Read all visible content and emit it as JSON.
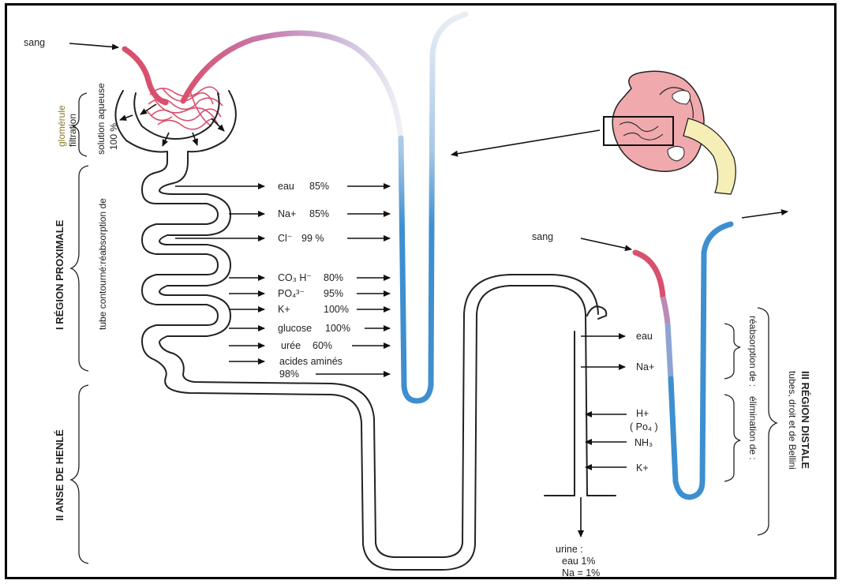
{
  "labels": {
    "sang_top": "sang",
    "sang_right": "sang",
    "glomerule": "glomérule",
    "filtration": "filtration",
    "solution_aqueuse": "solution aqueuse",
    "cent_pct": "100 %",
    "region1": "I RÉGION PROXIMALE",
    "tube_contourne": "tube contourné:réabsorption de",
    "region2": "II ANSE DE HENLÉ",
    "region3": "III RÉGION DISTALE",
    "tubes_droit": "tubes, droit et de Bellini",
    "reabsorption_de": "réabsorption de :",
    "elimination_de": "élimination de :"
  },
  "proximal_items": [
    {
      "name": "eau",
      "pct": "85%"
    },
    {
      "name": "Na+",
      "pct": "85%"
    },
    {
      "name": "Cl⁻",
      "pct": "99 %"
    },
    {
      "name": "CO₃ H⁻",
      "pct": "80%"
    },
    {
      "name": "PO₄³⁻",
      "pct": "95%"
    },
    {
      "name": "K+",
      "pct": "100%"
    },
    {
      "name": "glucose",
      "pct": "100%"
    },
    {
      "name": "urée",
      "pct": "60%"
    },
    {
      "name": "acides aminés",
      "pct": "98%"
    }
  ],
  "distal_reabsorption": [
    "eau",
    "Na+"
  ],
  "distal_elimination": [
    "H+",
    "( Po₄ )",
    "NH₃",
    "K+"
  ],
  "urine": {
    "title": "urine :",
    "eau": "eau 1%",
    "na": "Na = 1%"
  },
  "colors": {
    "artery": "#d9506e",
    "vein": "#3d8fd0",
    "kidney": "#f0a9ad",
    "ureter": "#f5eeb6"
  }
}
